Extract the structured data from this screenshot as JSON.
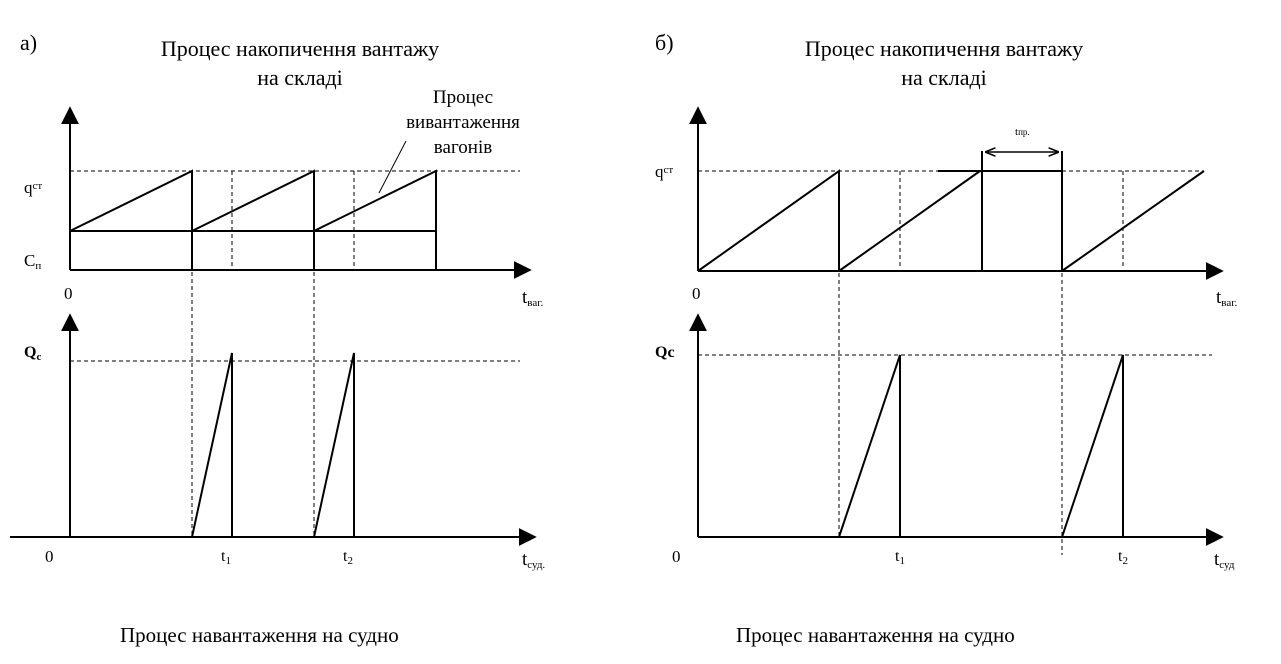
{
  "panel_a": {
    "letter": "а)",
    "title_line1": "Процес накопичення вантажу",
    "title_line2": "на складі",
    "unload_label_line1": "Процес",
    "unload_label_line2": "вивантаження",
    "unload_label_line3": "вагонів",
    "q_st": "q",
    "q_st_sub": "ст",
    "c_label": "C",
    "c_sub": "п",
    "origin_top": "0",
    "t_wag": "t",
    "t_wag_sub": "ваг.",
    "Q_c": "Q",
    "Q_c_sub": "c",
    "origin_bottom": "0",
    "t1": "t",
    "t1_sub": "1",
    "t2": "t",
    "t2_sub": "2",
    "t_sud": "t",
    "t_sud_sub": "суд.",
    "caption": "Процес навантаження на судно"
  },
  "panel_b": {
    "letter": "б)",
    "title_line1": "Процес накопичення вантажу",
    "title_line2": "на складі",
    "t_pr": "t",
    "t_pr_sub": "пр.",
    "q_st": "q",
    "q_st_sub": "ст",
    "origin_top": "0",
    "t_wag": "t",
    "t_wag_sub": "ваг.",
    "Q_c": "Qc",
    "origin_bottom": "0",
    "t1": "t",
    "t1_sub": "1",
    "t2": "t",
    "t2_sub": "2",
    "t_sud": "t",
    "t_sud_sub": "суд",
    "caption": "Процес навантаження на судно"
  }
}
